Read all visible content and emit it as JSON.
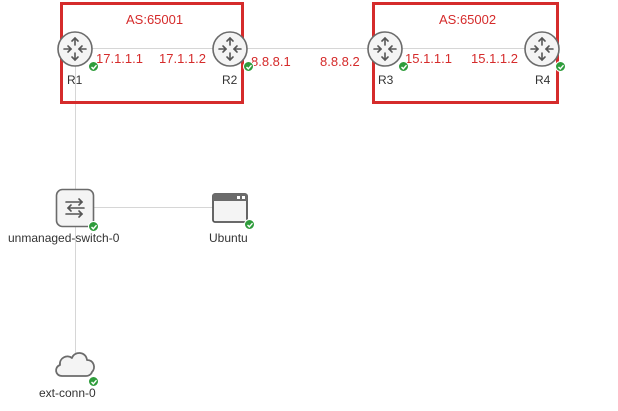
{
  "as_boxes": [
    {
      "label": "AS:65001"
    },
    {
      "label": "AS:65002"
    }
  ],
  "nodes": {
    "r1": {
      "label": "R1",
      "icon": "router-icon",
      "status": "running"
    },
    "r2": {
      "label": "R2",
      "icon": "router-icon",
      "status": "running"
    },
    "r3": {
      "label": "R3",
      "icon": "router-icon",
      "status": "running"
    },
    "r4": {
      "label": "R4",
      "icon": "router-icon",
      "status": "running"
    },
    "switch": {
      "label": "unmanaged-switch-0",
      "icon": "switch-icon",
      "status": "running"
    },
    "ubuntu": {
      "label": "Ubuntu",
      "icon": "server-icon",
      "status": "running"
    },
    "ext": {
      "label": "ext-conn-0",
      "icon": "cloud-icon",
      "status": "running"
    }
  },
  "ips": {
    "r1_r2_a": "17.1.1.1",
    "r1_r2_b": "17.1.1.2",
    "r2_r3_a": "8.8.8.1",
    "r2_r3_b": "8.8.8.2",
    "r3_r4_a": "15.1.1.1",
    "r3_r4_b": "15.1.1.2"
  },
  "colors": {
    "annotation": "#d52b2b",
    "link": "#d6d6d6",
    "status_ok": "#2e9c3b",
    "icon_stroke": "#6b6b6b"
  }
}
